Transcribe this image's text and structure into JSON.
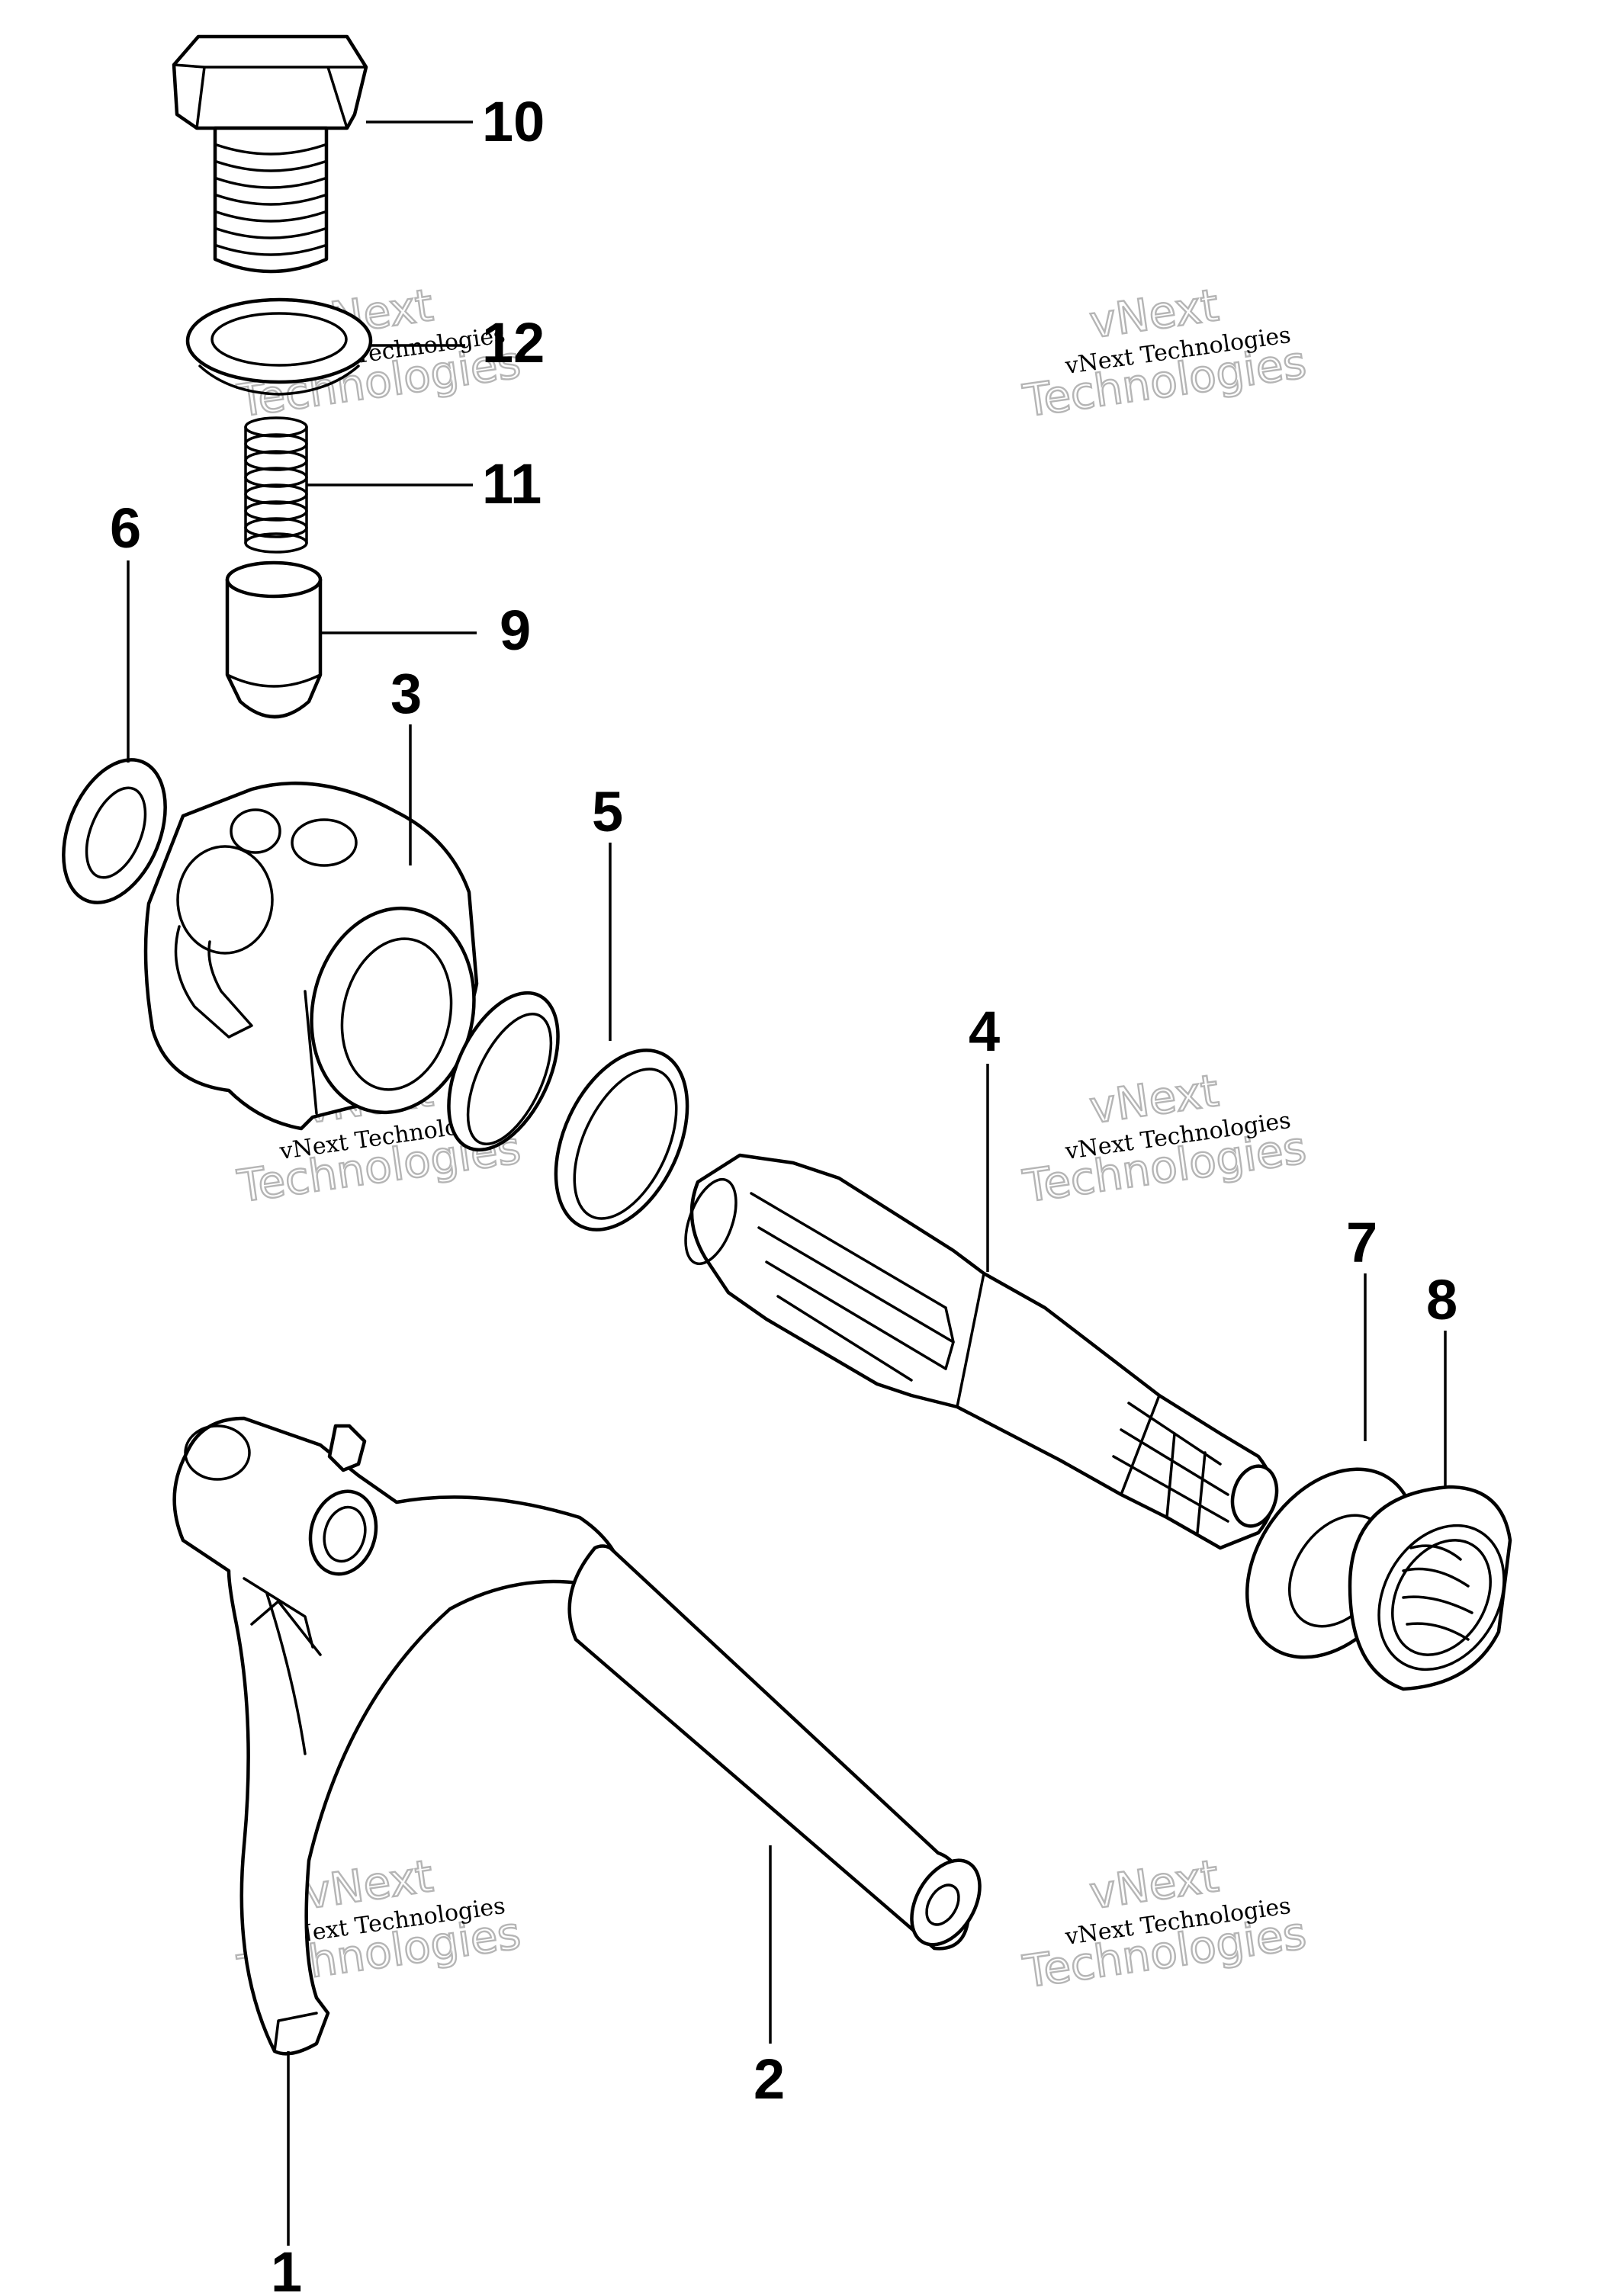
{
  "callouts": {
    "c1": "1",
    "c2": "2",
    "c3": "3",
    "c4": "4",
    "c5": "5",
    "c6": "6",
    "c7": "7",
    "c8": "8",
    "c9": "9",
    "c10": "10",
    "c11": "11",
    "c12": "12"
  },
  "watermark": {
    "line_small": "vNext Technologies",
    "line_top": "vNext",
    "line_big": "Technologies"
  },
  "colors": {
    "ink": "#000000",
    "watermark": "#b5b5b5",
    "background": "#ffffff"
  }
}
